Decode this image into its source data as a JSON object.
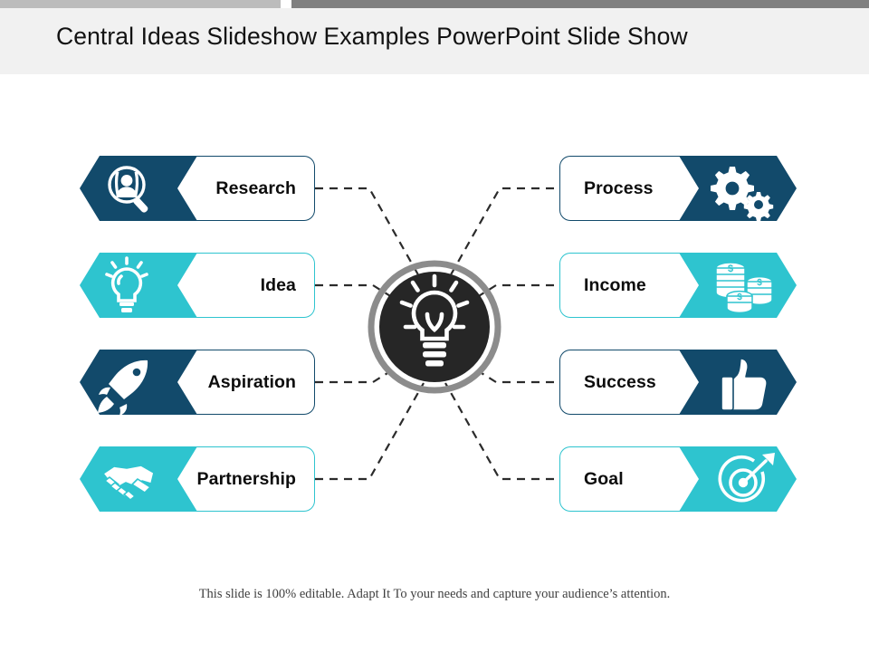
{
  "header": {
    "title": "Central Ideas Slideshow Examples PowerPoint Slide Show",
    "top_bar": {
      "light_color": "#bcbcbc",
      "dark_color": "#808080",
      "light_width": 310,
      "gap_width": 12,
      "dark_width": 638
    },
    "band_color": "#f1f1f1"
  },
  "theme": {
    "navy": "#124a6b",
    "navy_dark": "#113f5c",
    "cyan": "#2ec4cf",
    "center_circle": "#262626",
    "center_ring": "#8c8c8c",
    "connector": "#2b2b2b",
    "text": "#0d0d0d"
  },
  "center": {
    "icon": "lightbulb-icon",
    "aria_label": "Central idea lightbulb"
  },
  "nodes": {
    "left": [
      {
        "label": "Research",
        "icon": "magnifier-person-icon",
        "color_key": "navy",
        "color": "#124a6b",
        "row": 0
      },
      {
        "label": "Idea",
        "icon": "lightbulb-icon",
        "color_key": "cyan",
        "color": "#2ec4cf",
        "row": 1
      },
      {
        "label": "Aspiration",
        "icon": "rocket-icon",
        "color_key": "navy",
        "color": "#124a6b",
        "row": 2
      },
      {
        "label": "Partnership",
        "icon": "handshake-icon",
        "color_key": "cyan",
        "color": "#2ec4cf",
        "row": 3
      }
    ],
    "right": [
      {
        "label": "Process",
        "icon": "gears-icon",
        "color_key": "navy",
        "color": "#124a6b",
        "row": 0
      },
      {
        "label": "Income",
        "icon": "coin-stack-icon",
        "color_key": "cyan",
        "color": "#2ec4cf",
        "row": 1
      },
      {
        "label": "Success",
        "icon": "thumbs-up-icon",
        "color_key": "navy",
        "color": "#124a6b",
        "row": 2
      },
      {
        "label": "Goal",
        "icon": "target-arrow-icon",
        "color_key": "cyan",
        "color": "#2ec4cf",
        "row": 3
      }
    ]
  },
  "footer": {
    "note": "This slide is 100% editable. Adapt It To your needs and capture your audience’s attention."
  }
}
